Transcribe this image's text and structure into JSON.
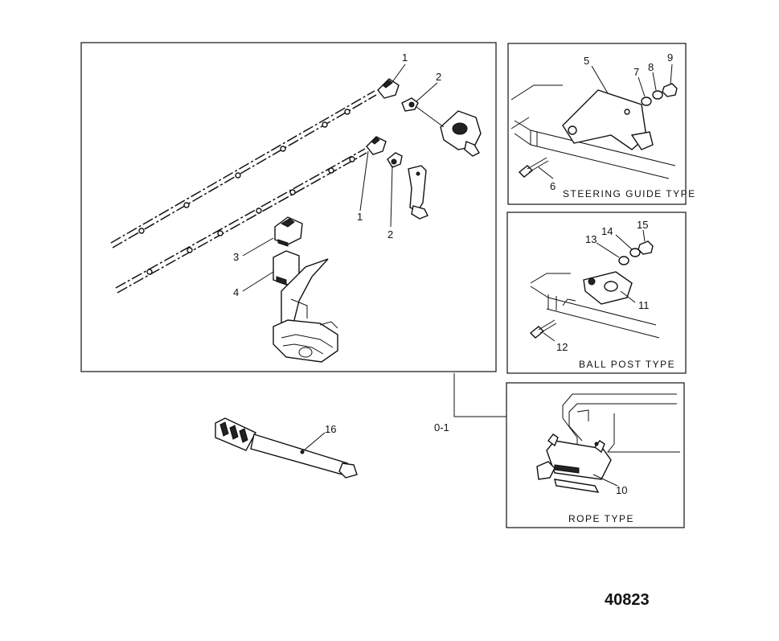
{
  "callouts": {
    "c1_top": "1",
    "c2_top": "2",
    "c1_bottom": "1",
    "c2_bottom": "2",
    "c3": "3",
    "c4": "4",
    "c5": "5",
    "c6": "6",
    "c7": "7",
    "c8": "8",
    "c9": "9",
    "c10": "10",
    "c11": "11",
    "c12": "12",
    "c13": "13",
    "c14": "14",
    "c15": "15",
    "c16": "16"
  },
  "captions": {
    "steering_guide": "STEERING GUIDE TYPE",
    "ball_post": "BALL POST TYPE",
    "rope": "ROPE TYPE"
  },
  "connector_label": "0-1",
  "figure_number": "40823"
}
